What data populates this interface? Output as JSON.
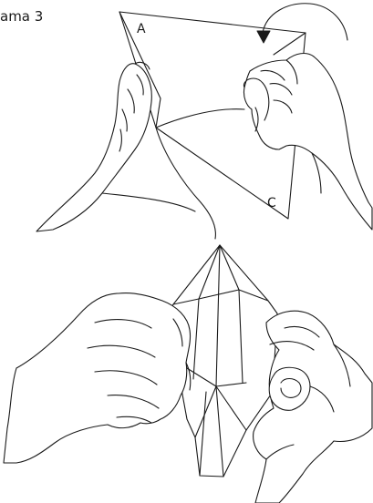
{
  "title": "ama 3",
  "labels": {
    "corner_a": "A",
    "corner_c": "C"
  },
  "colors": {
    "line": "#1a1a1a",
    "background": "#ffffff"
  },
  "icons": {
    "rotate_arrow": "curved-arrow-icon"
  }
}
